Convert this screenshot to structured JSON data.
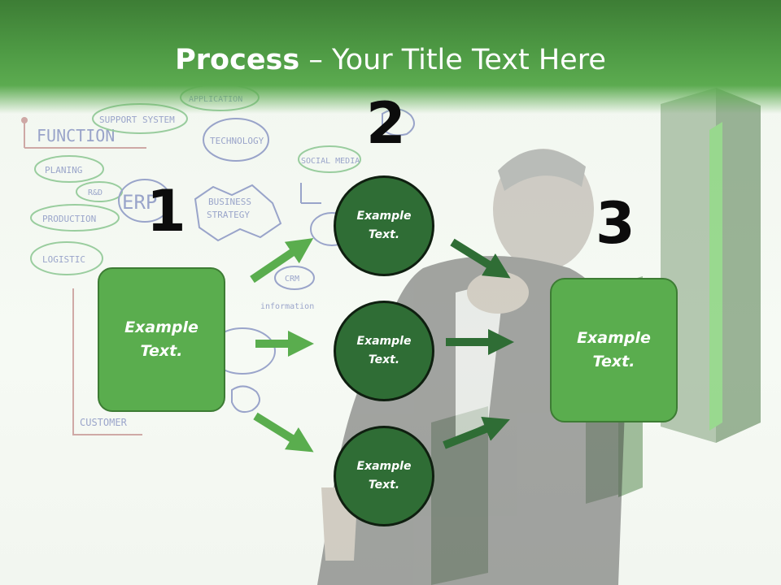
{
  "slide": {
    "title_bold": "Process",
    "title_rest": " – Your Title Text Here",
    "numbers": {
      "one": "1",
      "two": "2",
      "three": "3"
    },
    "left_box": {
      "line1": "Example",
      "line2": "Text."
    },
    "right_box": {
      "line1": "Example",
      "line2": "Text."
    },
    "circles": [
      {
        "line1": "Example",
        "line2": "Text."
      },
      {
        "line1": "Example",
        "line2": "Text."
      },
      {
        "line1": "Example",
        "line2": "Text."
      }
    ]
  },
  "colors": {
    "header_green": "#4e9a44",
    "box_green": "#5aad4e",
    "circle_green": "#2f6d35",
    "arrow_light": "#5aad4e",
    "arrow_dark": "#2f6d35"
  }
}
